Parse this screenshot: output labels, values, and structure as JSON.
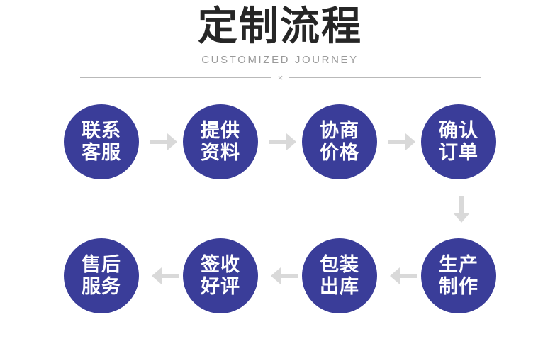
{
  "header": {
    "title": "定制流程",
    "subtitle": "CUSTOMIZED JOURNEY",
    "divider_mark": "×"
  },
  "colors": {
    "node_fill": "#3a3d99",
    "node_text": "#ffffff",
    "title_text": "#262626",
    "subtitle_text": "#9a9a9a",
    "arrow": "#d9d9d9",
    "divider": "#b9b9b9",
    "background": "#ffffff"
  },
  "flow": {
    "rows": [
      {
        "direction": "left-to-right",
        "nodes": [
          {
            "line1": "联系",
            "line2": "客服"
          },
          {
            "line1": "提供",
            "line2": "资料"
          },
          {
            "line1": "协商",
            "line2": "价格"
          },
          {
            "line1": "确认",
            "line2": "订单"
          }
        ],
        "arrows": [
          "arrow-right-icon",
          "arrow-right-icon",
          "arrow-right-icon"
        ]
      },
      {
        "direction": "right-to-left",
        "nodes": [
          {
            "line1": "售后",
            "line2": "服务"
          },
          {
            "line1": "签收",
            "line2": "好评"
          },
          {
            "line1": "包装",
            "line2": "出库"
          },
          {
            "line1": "生产",
            "line2": "制作"
          }
        ],
        "arrows": [
          "arrow-left-icon",
          "arrow-left-icon",
          "arrow-left-icon"
        ]
      }
    ],
    "connector": "arrow-down-icon"
  }
}
